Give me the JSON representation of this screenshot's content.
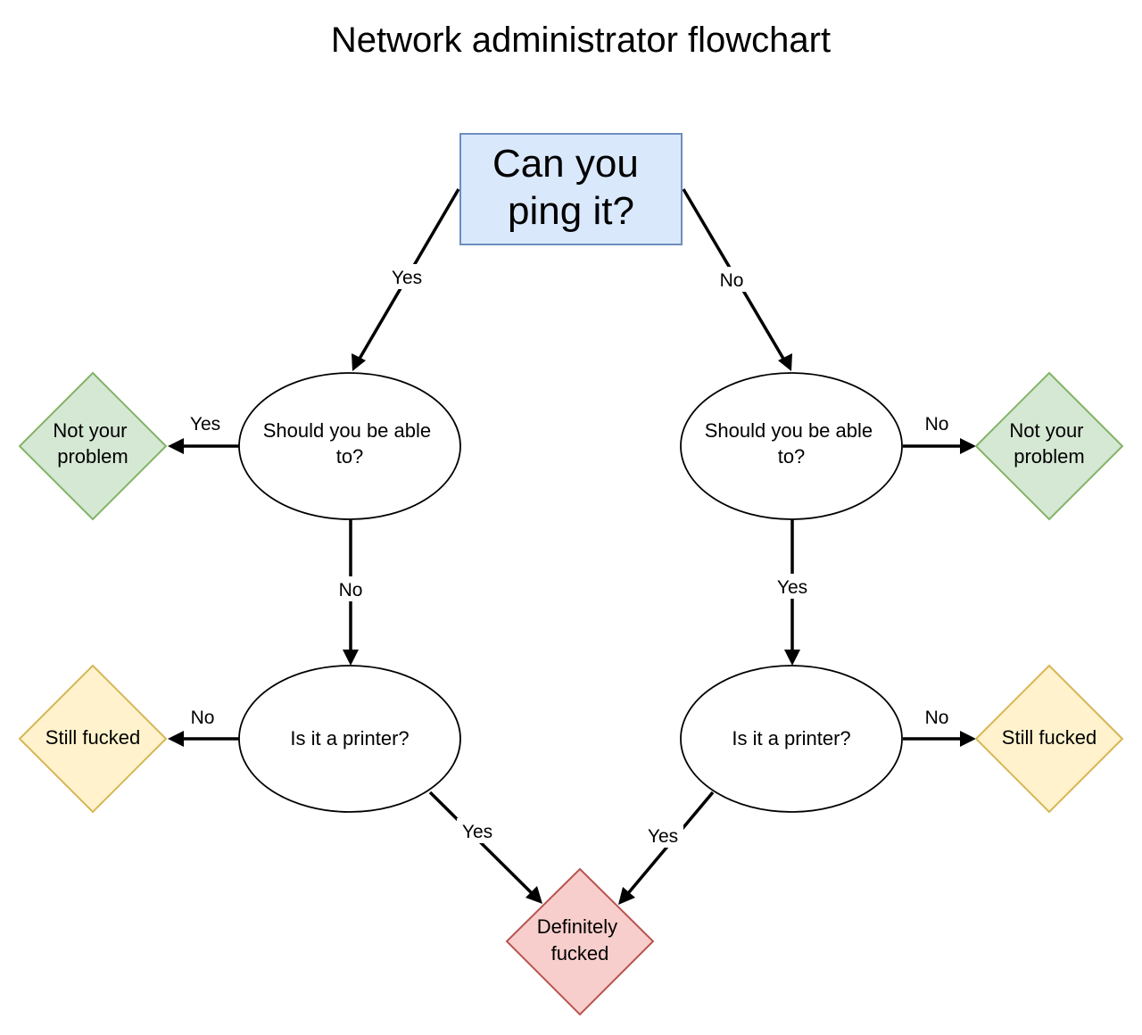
{
  "title": "Network administrator flowchart",
  "colors": {
    "start_fill": "#dae8fc",
    "start_stroke": "#6c8ebf",
    "green_fill": "#d5e8d4",
    "green_stroke": "#82b366",
    "yellow_fill": "#fff2cc",
    "yellow_stroke": "#d6b656",
    "red_fill": "#f8cecc",
    "red_stroke": "#b85450",
    "line": "#000000"
  },
  "nodes": {
    "start": {
      "lines": [
        "Can you",
        "ping it?"
      ]
    },
    "should_left": {
      "lines": [
        "Should you be able",
        "to?"
      ]
    },
    "should_right": {
      "lines": [
        "Should you be able",
        "to?"
      ]
    },
    "printer_left": {
      "lines": [
        "Is it a printer?"
      ]
    },
    "printer_right": {
      "lines": [
        "Is it a printer?"
      ]
    },
    "not_problem_left": {
      "lines": [
        "Not your",
        "problem"
      ]
    },
    "not_problem_right": {
      "lines": [
        "Not your",
        "problem"
      ]
    },
    "still_left": {
      "lines": [
        "Still fucked"
      ]
    },
    "still_right": {
      "lines": [
        "Still fucked"
      ]
    },
    "definitely": {
      "lines": [
        "Definitely",
        "fucked"
      ]
    }
  },
  "edges": {
    "start_to_should_left": "Yes",
    "start_to_should_right": "No",
    "should_left_to_not_problem": "Yes",
    "should_right_to_not_problem": "No",
    "should_left_to_printer": "No",
    "should_right_to_printer": "Yes",
    "printer_left_to_still": "No",
    "printer_right_to_still": "No",
    "printer_left_to_definitely": "Yes",
    "printer_right_to_definitely": "Yes"
  }
}
